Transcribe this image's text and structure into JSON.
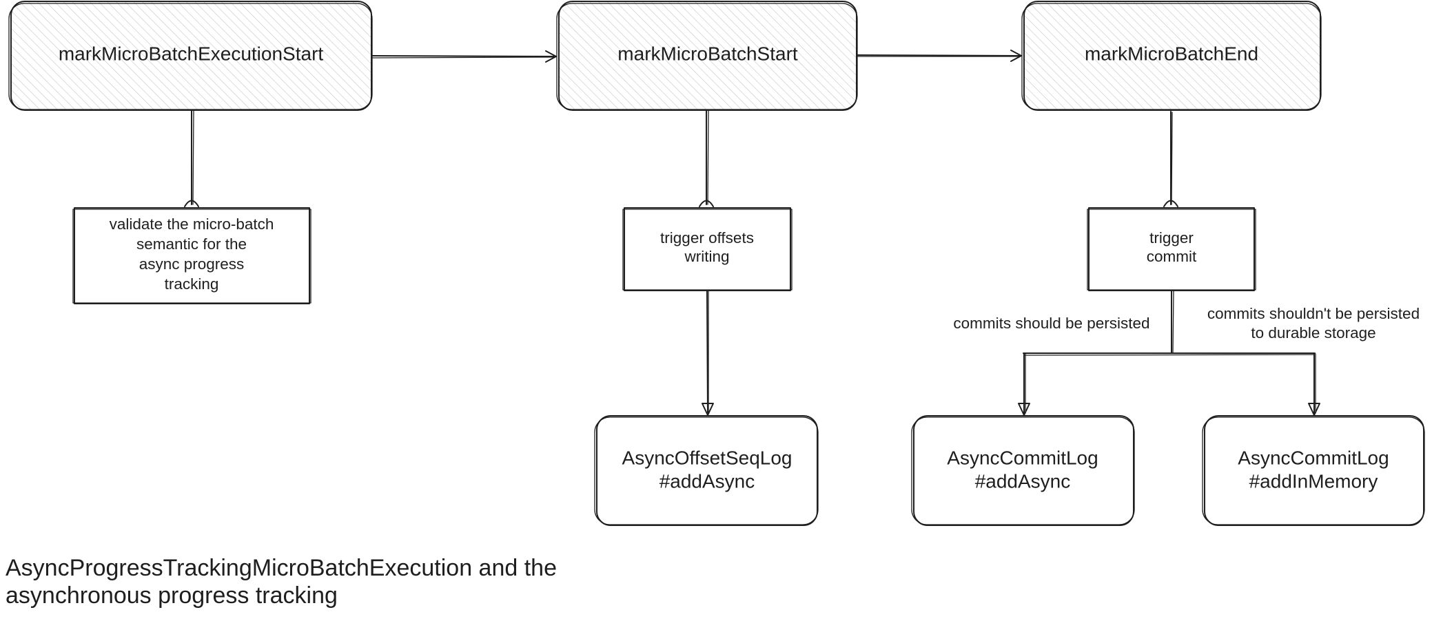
{
  "nodes": {
    "execution_start": "markMicroBatchExecutionStart",
    "batch_start": "markMicroBatchStart",
    "batch_end": "markMicroBatchEnd",
    "validate": [
      "validate the micro-batch",
      "semantic for the",
      "async progress",
      "tracking"
    ],
    "trigger_offsets": [
      "trigger offsets",
      "writing"
    ],
    "trigger_commit": [
      "trigger",
      "commit"
    ],
    "offset_log": [
      "AsyncOffsetSeqLog",
      "#addAsync"
    ],
    "commit_log_async": [
      "AsyncCommitLog",
      "#addAsync"
    ],
    "commit_log_memory": [
      "AsyncCommitLog",
      "#addInMemory"
    ]
  },
  "edges": {
    "persisted": "commits should be persisted",
    "not_persisted": [
      "commits shouldn't be persisted",
      "to durable storage"
    ]
  },
  "caption": [
    "AsyncProgressTrackingMicroBatchExecution and the",
    "asynchronous progress tracking"
  ],
  "colors": {
    "stroke": "#1e1e1e",
    "hatch": "#bdbdbd",
    "background": "#ffffff"
  }
}
